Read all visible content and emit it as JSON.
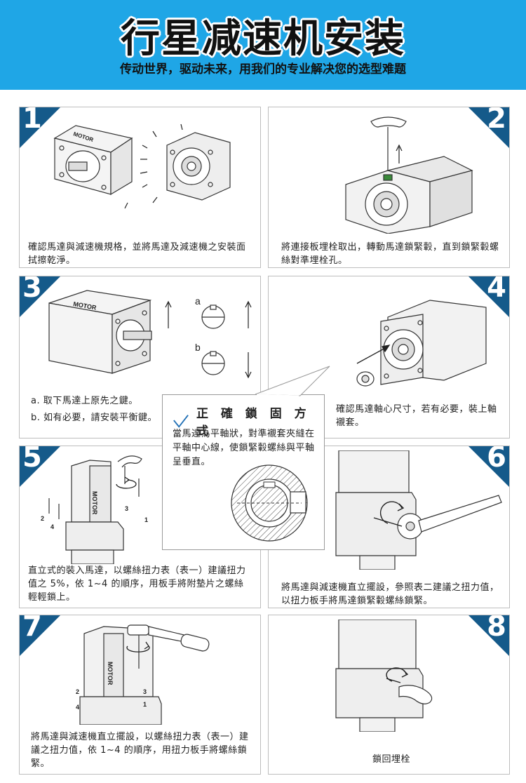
{
  "header": {
    "title": "行星减速机安装",
    "subtitle": "传动世界，驱动未来，用我们的专业解决您的选型难题"
  },
  "steps": [
    {
      "num": "1",
      "caption": "確認馬達與減速機規格，並將馬達及減速機之安裝面拭擦乾淨。"
    },
    {
      "num": "2",
      "caption": "將連接板埋栓取出，轉動馬達鎖緊轂，直到鎖緊轂螺絲對準埋栓孔。"
    },
    {
      "num": "3",
      "caption_a": "a. 取下馬達上原先之鍵。",
      "caption_b": "b. 如有必要，請安裝平衡鍵。"
    },
    {
      "num": "4",
      "caption": "確認馬達軸心尺寸，若有必要，裝上軸襯套。"
    },
    {
      "num": "5",
      "caption": "直立式的裝入馬達，以螺絲扭力表（表一）建議扭力值之 5%，依 1~4 的順序，用板手將附墊片之螺絲輕輕鎖上。"
    },
    {
      "num": "6",
      "caption": "將馬達與減速機直立擺設，參照表二建議之扭力值，以扭力板手將馬達鎖緊轂螺絲鎖緊。"
    },
    {
      "num": "7",
      "caption": "將馬達與減速機直立擺設，以螺絲扭力表（表一）建議之扭力值，依 1~4 的順序，用扭力板手將螺絲鎖緊。"
    },
    {
      "num": "8",
      "caption": "鎖回埋栓"
    }
  ],
  "labels": {
    "motor": "MOTOR",
    "key_a": "a",
    "key_b": "b",
    "bolt1": "1",
    "bolt2": "2",
    "bolt3": "3",
    "bolt4": "4"
  },
  "callout": {
    "title": "正 確 鎖 固 方 式",
    "body": "當馬達為平軸狀，對準襯套夾縫在平軸中心線，使鎖緊轂螺絲與平軸呈垂直。"
  },
  "colors": {
    "header_bg": "#1fa6e6",
    "badge": "#155a8a",
    "check": "#1f6fb5"
  }
}
